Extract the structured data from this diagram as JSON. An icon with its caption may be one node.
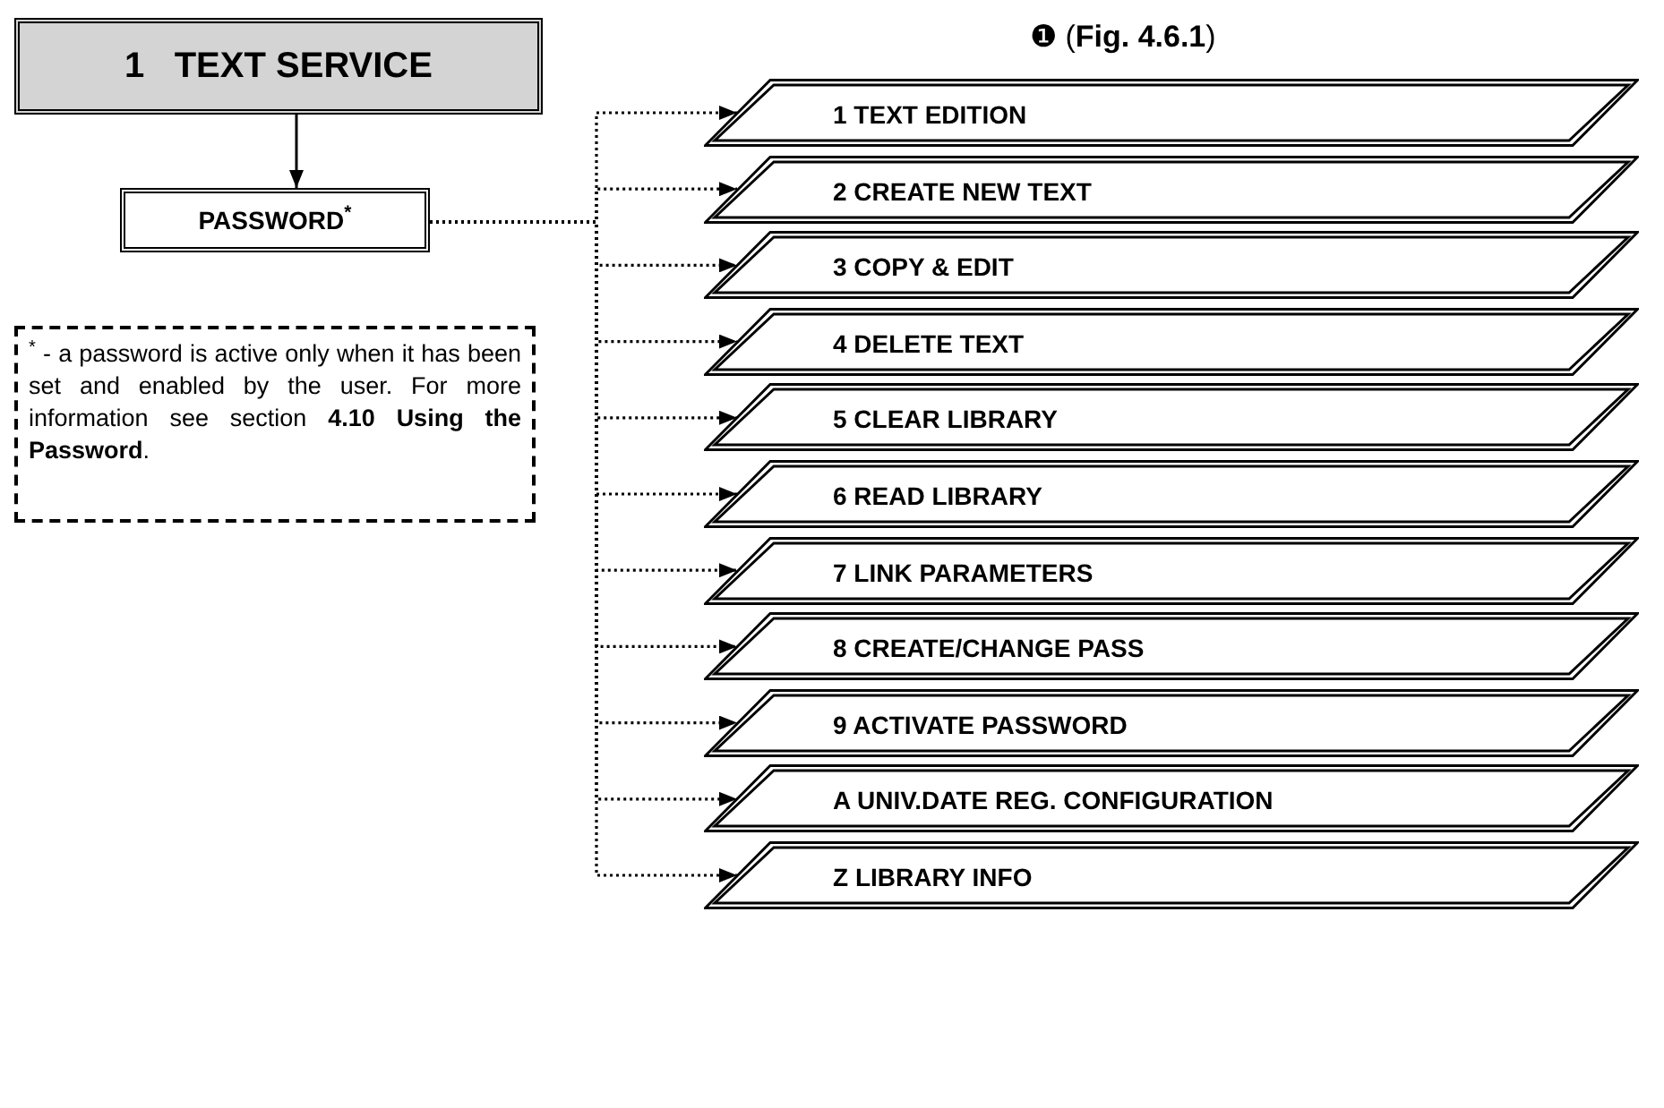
{
  "diagram": {
    "nodes": [
      {
        "text": [
          "1   TEXT SERVICE"
        ]
      },
      {
        "text": [
          "PASSWORD$^{*}$"
        ]
      },
      {
        "text": [
          "$^{*}$ - a password is active only when it has been set and enabled by the user. For more information see section **4.10 Using the Password**."
        ]
      },
      {
        "text": [
          "1 TEXT EDITION"
        ]
      },
      {
        "text": [
          "2 CREATE NEW TEXT"
        ]
      },
      {
        "text": [
          "3 COPY & EDIT"
        ]
      },
      {
        "text": [
          "4 DELETE TEXT"
        ]
      },
      {
        "text": [
          "5 CLEAR LIBRARY"
        ]
      },
      {
        "text": [
          "6 READ LIBRARY"
        ]
      },
      {
        "text": [
          "7 LINK PARAMETERS"
        ]
      },
      {
        "text": [
          "8 CREATE/CHANGE PASS"
        ]
      },
      {
        "text": [
          "9 ACTIVATE PASSWORD"
        ]
      },
      {
        "text": [
          "A UNIV.DATE REG. CONFIGURATION"
        ]
      },
      {
        "text": [
          "Z LIBRARY INFO"
        ]
      }
    ],
    "edges": [
      {
        "from": 0,
        "to": 1,
        "arrow": "to"
      },
      {
        "from": 1,
        "to": 3,
        "arrow": "to",
        "style": "dashed"
      },
      {
        "from": 1,
        "to": 4,
        "arrow": "to",
        "style": "dashed"
      },
      {
        "from": 1,
        "to": 5,
        "arrow": "to",
        "style": "dashed"
      },
      {
        "from": 1,
        "to": 6,
        "arrow": "to",
        "style": "dashed"
      },
      {
        "from": 1,
        "to": 7,
        "arrow": "to",
        "style": "dashed"
      },
      {
        "from": 1,
        "to": 8,
        "arrow": "to",
        "style": "dashed"
      },
      {
        "from": 1,
        "to": 9,
        "arrow": "to",
        "style": "dashed"
      },
      {
        "from": 1,
        "to": 10,
        "arrow": "to",
        "style": "dashed"
      },
      {
        "from": 1,
        "to": 11,
        "arrow": "to",
        "style": "dashed"
      },
      {
        "from": 1,
        "to": 12,
        "arrow": "to",
        "style": "dashed"
      },
      {
        "from": 1,
        "to": 13,
        "arrow": "to",
        "style": "dashed"
      }
    ],
    "labels": [
      "❶ (**Fig. 4.6.1**)"
    ]
  }
}
